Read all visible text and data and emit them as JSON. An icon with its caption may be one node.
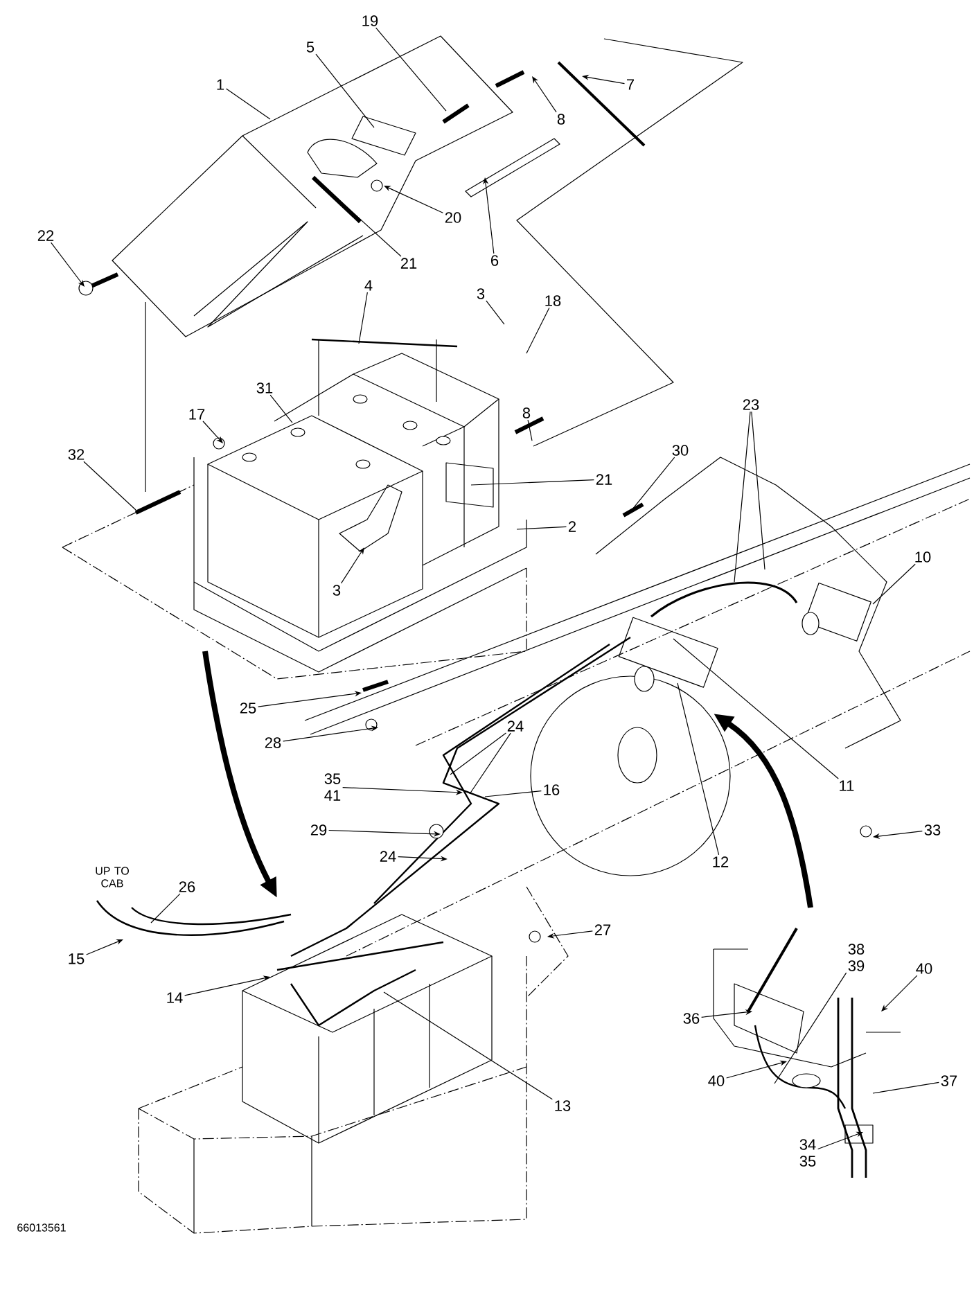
{
  "diagram": {
    "nodes": [
      {
        "text": [
          "19"
        ]
      },
      {
        "text": [
          "5"
        ]
      },
      {
        "text": [
          "1"
        ]
      },
      {
        "text": [
          "8"
        ]
      },
      {
        "text": [
          "7"
        ]
      },
      {
        "text": [
          "20"
        ]
      },
      {
        "text": [
          "22"
        ]
      },
      {
        "text": [
          "21"
        ]
      },
      {
        "text": [
          "6"
        ]
      },
      {
        "text": [
          "4"
        ]
      },
      {
        "text": [
          "3"
        ]
      },
      {
        "text": [
          "18"
        ]
      },
      {
        "text": [
          "31"
        ]
      },
      {
        "text": [
          "17"
        ]
      },
      {
        "text": [
          "8"
        ]
      },
      {
        "text": [
          "23"
        ]
      },
      {
        "text": [
          "32"
        ]
      },
      {
        "text": [
          "30"
        ]
      },
      {
        "text": [
          "21"
        ]
      },
      {
        "text": [
          "10"
        ]
      },
      {
        "text": [
          "2"
        ]
      },
      {
        "text": [
          "3"
        ]
      },
      {
        "text": [
          "25"
        ]
      },
      {
        "text": [
          "28"
        ]
      },
      {
        "text": [
          "24"
        ]
      },
      {
        "text": [
          "35",
          "41"
        ]
      },
      {
        "text": [
          "16"
        ]
      },
      {
        "text": [
          "11"
        ]
      },
      {
        "text": [
          "12"
        ]
      },
      {
        "text": [
          "29"
        ]
      },
      {
        "text": [
          "24"
        ]
      },
      {
        "text": [
          "33"
        ]
      },
      {
        "text": [
          "26"
        ]
      },
      {
        "text": [
          "15"
        ]
      },
      {
        "text": [
          "27"
        ]
      },
      {
        "text": [
          "14"
        ]
      },
      {
        "text": [
          "13"
        ]
      },
      {
        "text": [
          "38",
          "39"
        ]
      },
      {
        "text": [
          "40"
        ]
      },
      {
        "text": [
          "36"
        ]
      },
      {
        "text": [
          "40"
        ]
      },
      {
        "text": [
          "37"
        ]
      },
      {
        "text": [
          "34",
          "35"
        ]
      }
    ],
    "edges": [
      {
        "from": 0,
        "to": null,
        "arrow": "none"
      },
      {
        "from": 1,
        "to": null,
        "arrow": "none"
      },
      {
        "from": 2,
        "to": null,
        "arrow": "none"
      },
      {
        "from": 3,
        "to": null,
        "arrow": "to"
      },
      {
        "from": 4,
        "to": null,
        "arrow": "to"
      },
      {
        "from": 5,
        "to": null,
        "arrow": "to"
      },
      {
        "from": 6,
        "to": null,
        "arrow": "to"
      },
      {
        "from": 7,
        "to": null,
        "arrow": "none"
      },
      {
        "from": 8,
        "to": null,
        "arrow": "to"
      },
      {
        "from": 9,
        "to": null,
        "arrow": "none"
      },
      {
        "from": 10,
        "to": null,
        "arrow": "none"
      },
      {
        "from": 11,
        "to": null,
        "arrow": "none"
      },
      {
        "from": 12,
        "to": null,
        "arrow": "none"
      },
      {
        "from": 13,
        "to": null,
        "arrow": "to"
      },
      {
        "from": 14,
        "to": null,
        "arrow": "none"
      },
      {
        "from": 15,
        "to": null,
        "arrow": "none"
      },
      {
        "from": 15,
        "to": null,
        "arrow": "none"
      },
      {
        "from": 16,
        "to": null,
        "arrow": "none"
      },
      {
        "from": 17,
        "to": null,
        "arrow": "none"
      },
      {
        "from": 18,
        "to": null,
        "arrow": "none"
      },
      {
        "from": 19,
        "to": null,
        "arrow": "none"
      },
      {
        "from": 20,
        "to": null,
        "arrow": "none"
      },
      {
        "from": 21,
        "to": null,
        "arrow": "to"
      },
      {
        "from": 22,
        "to": null,
        "arrow": "to"
      },
      {
        "from": 23,
        "to": null,
        "arrow": "to"
      },
      {
        "from": 24,
        "to": null,
        "arrow": "none"
      },
      {
        "from": 24,
        "to": null,
        "arrow": "none"
      },
      {
        "from": 25,
        "to": null,
        "arrow": "to"
      },
      {
        "from": 26,
        "to": null,
        "arrow": "none"
      },
      {
        "from": 27,
        "to": null,
        "arrow": "none"
      },
      {
        "from": 28,
        "to": null,
        "arrow": "none"
      },
      {
        "from": 29,
        "to": null,
        "arrow": "to"
      },
      {
        "from": 30,
        "to": null,
        "arrow": "to"
      },
      {
        "from": 31,
        "to": null,
        "arrow": "to"
      },
      {
        "from": 32,
        "to": null,
        "arrow": "none"
      },
      {
        "from": 33,
        "to": null,
        "arrow": "to"
      },
      {
        "from": 34,
        "to": null,
        "arrow": "to"
      },
      {
        "from": 35,
        "to": null,
        "arrow": "to"
      },
      {
        "from": 36,
        "to": null,
        "arrow": "none"
      },
      {
        "from": 37,
        "to": null,
        "arrow": "none"
      },
      {
        "from": 38,
        "to": null,
        "arrow": "to"
      },
      {
        "from": 39,
        "to": null,
        "arrow": "to"
      },
      {
        "from": 40,
        "to": null,
        "arrow": "to"
      },
      {
        "from": 41,
        "to": null,
        "arrow": "none"
      },
      {
        "from": 42,
        "to": null,
        "arrow": "to"
      }
    ],
    "labels": [
      "UP TO CAB",
      "66013561"
    ]
  }
}
